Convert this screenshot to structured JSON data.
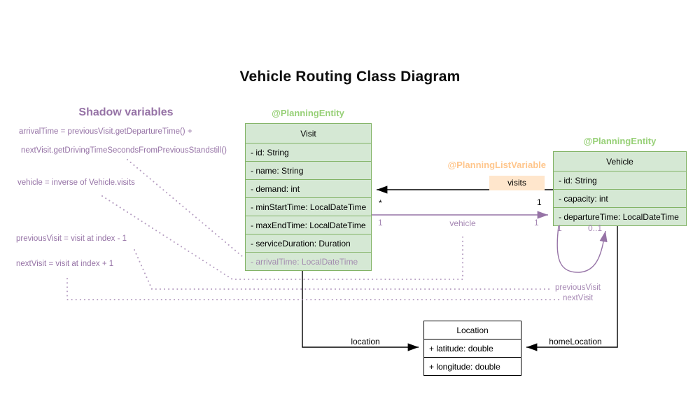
{
  "title": "Vehicle Routing Class Diagram",
  "shadow_panel": {
    "heading": "Shadow variables",
    "lines": [
      "arrivalTime = previousVisit.getDepartureTime() +",
      "nextVisit.getDrivingTimeSecondsFromPreviousStandstill()",
      "vehicle = inverse of Vehicle.visits",
      "previousVisit = visit at index - 1",
      "nextVisit = visit at index + 1"
    ]
  },
  "classes": {
    "visit": {
      "stereotype": "@PlanningEntity",
      "name": "Visit",
      "attributes": [
        "- id: String",
        "- name: String",
        "- demand: int",
        "- minStartTime: LocalDateTime",
        "- maxEndTime: LocalDateTime",
        "- serviceDuration: Duration"
      ],
      "shadow_attribute": "- arrivalTime: LocalDateTime"
    },
    "vehicle": {
      "stereotype": "@PlanningEntity",
      "name": "Vehicle",
      "attributes": [
        "- id: String",
        "- capacity: int",
        "- departureTime: LocalDateTime"
      ]
    },
    "location": {
      "name": "Location",
      "attributes": [
        "+ latitude: double",
        "+ longitude: double"
      ]
    }
  },
  "relations": {
    "visits": {
      "annotation": "@PlanningListVariable",
      "label": "visits",
      "multiplicity_vehicle_side": "1",
      "multiplicity_visit_side": "*"
    },
    "vehicle": {
      "label": "vehicle",
      "multiplicity_visit_side": "1",
      "multiplicity_vehicle_side": "1"
    },
    "chain_loop": {
      "multiplicity_source": "1",
      "multiplicity_target": "0..1",
      "label_previous": "previousVisit",
      "label_next": "nextVisit"
    },
    "location": {
      "label": "location"
    },
    "home_location": {
      "label": "homeLocation"
    }
  },
  "colors": {
    "entity_fill": "#d5e8d4",
    "entity_border": "#82b366",
    "entity_stereotype": "#97d077",
    "list_variable_fill": "#ffe6cc",
    "list_variable_text": "#ffc68c",
    "shadow_purple": "#9673a6",
    "line_black": "#000000",
    "background": "#ffffff"
  }
}
